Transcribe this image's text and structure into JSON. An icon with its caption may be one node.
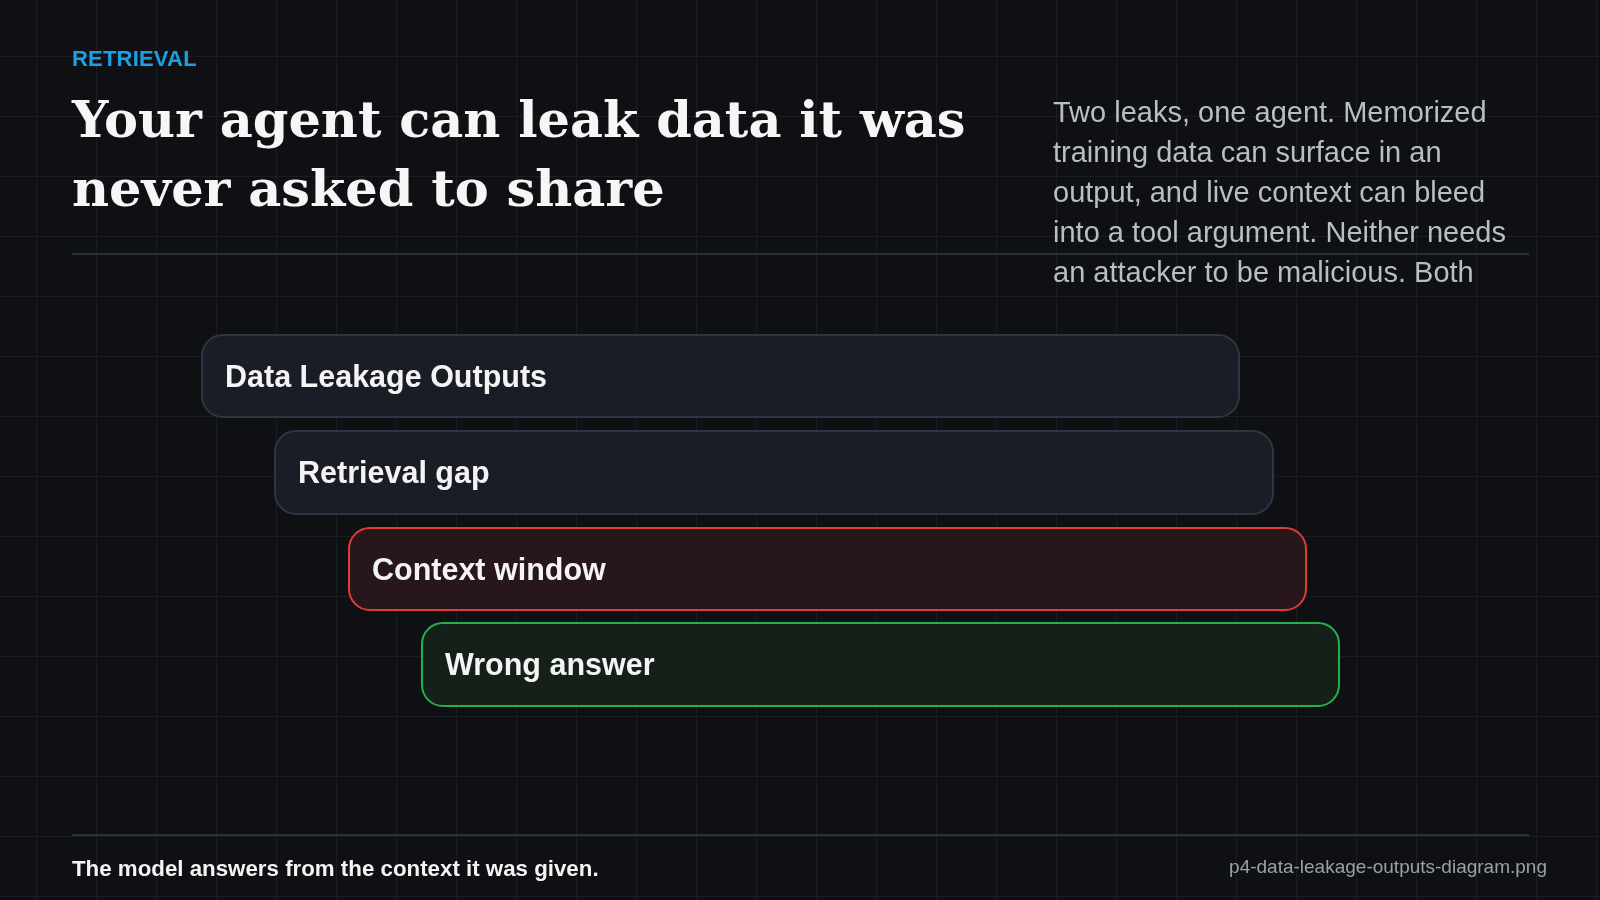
{
  "diagram": {
    "title": "Your agent can leak data it was never asked to share",
    "caption": "The model answers from the context it was given.",
    "nodes": [
      {
        "text": [
          "Data Leakage Outputs"
        ]
      },
      {
        "text": [
          "Retrieval gap"
        ]
      },
      {
        "text": [
          "Context window"
        ]
      },
      {
        "text": [
          "Wrong answer"
        ]
      }
    ],
    "labels": [
      "RETRIEVAL",
      "Two leaks, one agent. Memorized training data can surface in an output, and live context can bleed into a tool argument. Neither needs an attacker to be malicious. Both",
      "p4-data-leakage-outputs-diagram.png"
    ]
  }
}
